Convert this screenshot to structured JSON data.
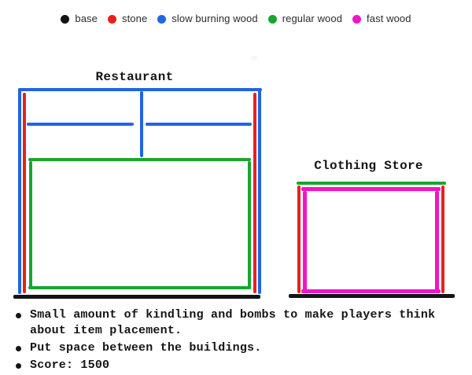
{
  "legend": {
    "items": [
      {
        "label": "base"
      },
      {
        "label": "stone"
      },
      {
        "label": "slow burning wood"
      },
      {
        "label": "regular wood"
      },
      {
        "label": "fast wood"
      }
    ]
  },
  "colors": {
    "base": "#141414",
    "stone": "#e8201c",
    "slow_burning_wood": "#2065e5",
    "regular_wood": "#17a62e",
    "fast_wood": "#f214c8"
  },
  "buildings": {
    "restaurant": {
      "title": "Restaurant"
    },
    "clothing_store": {
      "title": "Clothing Store"
    }
  },
  "notes": {
    "items": [
      "Small amount of kindling and bombs to make players think about item placement.",
      "Put space between the buildings.",
      "Score: 1500"
    ]
  }
}
